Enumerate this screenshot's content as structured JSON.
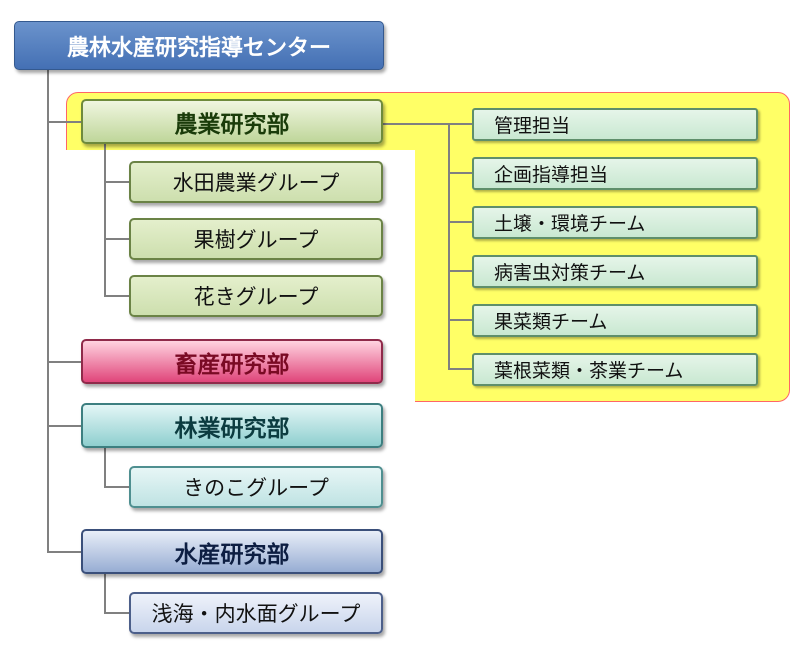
{
  "root": {
    "label": "農林水産研究指導センター"
  },
  "departments": {
    "agriculture": {
      "label": "農業研究部",
      "groups": [
        "水田農業グループ",
        "果樹グループ",
        "花きグループ"
      ],
      "teams": [
        "管理担当",
        "企画指導担当",
        "土壌・環境チーム",
        "病害虫対策チーム",
        "果菜類チーム",
        "葉根菜類・茶業チーム"
      ]
    },
    "livestock": {
      "label": "畜産研究部"
    },
    "forestry": {
      "label": "林業研究部",
      "groups": [
        "きのこグループ"
      ]
    },
    "fisheries": {
      "label": "水産研究部",
      "groups": [
        "浅海・内水面グループ"
      ]
    }
  },
  "colors": {
    "root": "#4f7cc0",
    "agriculture": "#bfd69a",
    "livestock": "#e0457a",
    "forestry": "#8fcfcf",
    "fisheries": "#97add3",
    "highlight_fill": "#ffff66",
    "highlight_border": "#ff6666",
    "connector": "#808080"
  }
}
